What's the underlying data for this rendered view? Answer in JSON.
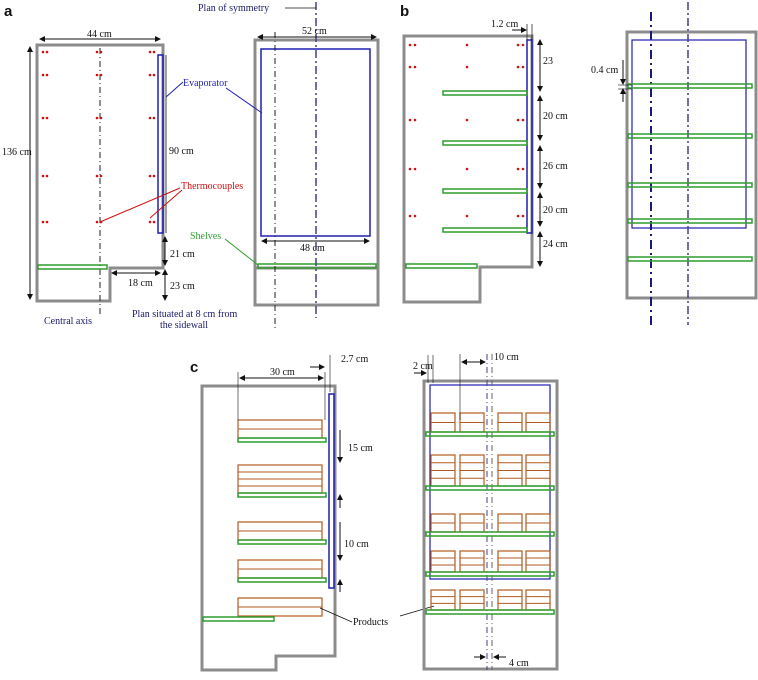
{
  "colors": {
    "wall": "#8c8c8c",
    "evaporator": "#1f1fb0",
    "shelf": "#2e9e2e",
    "thermocouple": "#d01010",
    "product": "#b35a1f",
    "axis": "#222222",
    "symmetry": "#404088"
  },
  "panel_a": {
    "letter": "a",
    "dim_width": "44 cm",
    "dim_height": "136 cm",
    "dim_shelf_height": "21 cm",
    "dim_bottom": "23 cm",
    "dim_evap_height": "90 cm",
    "dim_step": "18 cm",
    "label_evaporator": "Evaporator",
    "label_thermocouples": "Thermocouples",
    "label_shelves": "Shelves",
    "label_central_axis": "Central axis",
    "label_plan_sidewall_1": "Plan situated at 8 cm from",
    "label_plan_sidewall_2": "the sidewall",
    "label_plan_symmetry": "Plan of symmetry",
    "dim_front_width": "52 cm",
    "dim_evap_width": "48 cm"
  },
  "panel_b": {
    "letter": "b",
    "dim_gap": "1.2 cm",
    "dim_23": "23",
    "dim_20a": "20 cm",
    "dim_26": "26 cm",
    "dim_20b": "20 cm",
    "dim_24": "24 cm",
    "dim_shelf_thickness": "0.4 cm"
  },
  "panel_c": {
    "letter": "c",
    "dim_30": "30 cm",
    "dim_2_7": "2.7 cm",
    "dim_15": "15 cm",
    "dim_10": "10 cm",
    "dim_2": "2 cm",
    "dim_10_top": "10 cm",
    "dim_4": "4 cm",
    "label_products": "Products"
  }
}
